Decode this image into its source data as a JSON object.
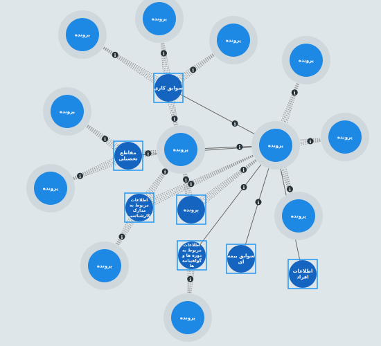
{
  "colors": {
    "background": "#dfe6e9",
    "halo": "#cfd8dc",
    "node": "#1e88e5",
    "node_dark": "#1565c0",
    "selection": "#2196f3",
    "edge": "#666666",
    "edge_dotted": "#888888",
    "info_badge": "#263238",
    "text": "#ffffff"
  },
  "icons": {
    "edge_badge": "info-icon"
  },
  "nodes": [
    {
      "id": "p-top",
      "label": "پرونده",
      "kind": "file"
    },
    {
      "id": "p-top-left",
      "label": "پرونده",
      "kind": "file"
    },
    {
      "id": "p-top-right",
      "label": "پرونده",
      "kind": "file"
    },
    {
      "id": "p-right-upper",
      "label": "پرونده",
      "kind": "file"
    },
    {
      "id": "p-left-upper",
      "label": "پرونده",
      "kind": "file"
    },
    {
      "id": "p-right",
      "label": "پرونده",
      "kind": "file"
    },
    {
      "id": "p-left",
      "label": "پرونده",
      "kind": "file"
    },
    {
      "id": "p-right-lower",
      "label": "پرونده",
      "kind": "file"
    },
    {
      "id": "p-bottom-left",
      "label": "پرونده",
      "kind": "file"
    },
    {
      "id": "p-bottom",
      "label": "پرونده",
      "kind": "file"
    },
    {
      "id": "hub-center",
      "label": "پرونده",
      "kind": "hub"
    },
    {
      "id": "hub-right",
      "label": "پرونده",
      "kind": "hub"
    },
    {
      "id": "attr-job",
      "label": "سوابق کاری",
      "kind": "attribute"
    },
    {
      "id": "attr-edu",
      "label": "مقاطع تحصیلی",
      "kind": "attribute"
    },
    {
      "id": "attr-expert",
      "label": "اطلاعات مربوط به مدارک کارشناسی",
      "kind": "attribute"
    },
    {
      "id": "attr-file",
      "label": "پرونده",
      "kind": "attribute"
    },
    {
      "id": "attr-course",
      "label": "اطلاعات مربوط به دوره ها و گواهینامه ها",
      "kind": "attribute"
    },
    {
      "id": "attr-insurance",
      "label": "سوابق بیمه ای",
      "kind": "attribute"
    },
    {
      "id": "attr-person",
      "label": "اطلاعات افراد",
      "kind": "attribute"
    }
  ],
  "edges": [
    {
      "from": "p-top-left",
      "to": "attr-job",
      "style": "dotted"
    },
    {
      "from": "p-top",
      "to": "attr-job",
      "style": "dotted"
    },
    {
      "from": "p-top-right",
      "to": "attr-job",
      "style": "dotted"
    },
    {
      "from": "p-right-upper",
      "to": "hub-right",
      "style": "dotted"
    },
    {
      "from": "p-right",
      "to": "hub-right",
      "style": "dotted"
    },
    {
      "from": "p-left-upper",
      "to": "attr-edu",
      "style": "dotted"
    },
    {
      "from": "p-left",
      "to": "attr-edu",
      "style": "dotted"
    },
    {
      "from": "p-bottom-left",
      "to": "attr-expert",
      "style": "dotted"
    },
    {
      "from": "p-bottom",
      "to": "attr-course",
      "style": "dotted"
    },
    {
      "from": "p-right-lower",
      "to": "hub-right",
      "style": "dotted"
    },
    {
      "from": "hub-center",
      "to": "attr-job",
      "style": "dotted"
    },
    {
      "from": "hub-center",
      "to": "attr-edu",
      "style": "dotted"
    },
    {
      "from": "hub-center",
      "to": "attr-expert",
      "style": "dotted"
    },
    {
      "from": "hub-center",
      "to": "attr-file",
      "style": "dotted"
    },
    {
      "from": "hub-center",
      "to": "hub-right",
      "style": "solid"
    },
    {
      "from": "hub-right",
      "to": "attr-job",
      "style": "solid"
    },
    {
      "from": "hub-right",
      "to": "attr-edu",
      "style": "solid"
    },
    {
      "from": "hub-right",
      "to": "attr-expert",
      "style": "dotted"
    },
    {
      "from": "hub-right",
      "to": "attr-file",
      "style": "dotted"
    },
    {
      "from": "hub-right",
      "to": "attr-insurance",
      "style": "solid"
    },
    {
      "from": "hub-right",
      "to": "attr-person",
      "style": "solid"
    },
    {
      "from": "hub-right",
      "to": "attr-course",
      "style": "solid"
    }
  ]
}
